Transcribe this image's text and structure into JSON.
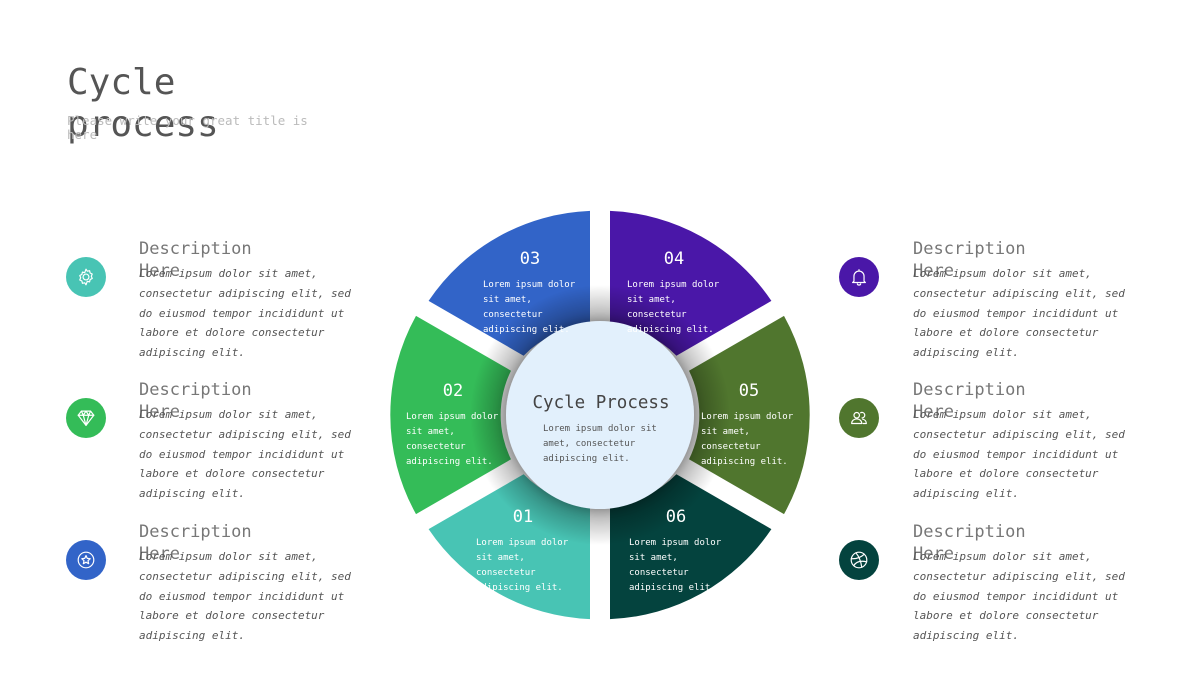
{
  "header": {
    "title": "Cycle process",
    "subtitle": "Please write your great title is here"
  },
  "colors": {
    "teal": "#48c4b4",
    "green": "#34bc58",
    "blue": "#3264c8",
    "purple": "#4a17a8",
    "olive": "#50762e",
    "dark_teal": "#04433e",
    "center_fill": "#e2f0fc"
  },
  "center": {
    "title": "Cycle Process",
    "lines": [
      "Lorem ipsum dolor sit",
      "amet, consectetur",
      "adipiscing elit."
    ]
  },
  "segments": [
    {
      "num": "01",
      "lines": [
        "Lorem ipsum dolor",
        "sit amet,",
        "consectetur",
        "adipiscing elit."
      ]
    },
    {
      "num": "02",
      "lines": [
        "Lorem ipsum dolor",
        "sit amet,",
        "consectetur",
        "adipiscing elit."
      ]
    },
    {
      "num": "03",
      "lines": [
        "Lorem ipsum dolor",
        "sit amet,",
        "consectetur",
        "adipiscing elit."
      ]
    },
    {
      "num": "04",
      "lines": [
        "Lorem ipsum dolor",
        "sit amet,",
        "consectetur",
        "adipiscing elit."
      ]
    },
    {
      "num": "05",
      "lines": [
        "Lorem ipsum dolor",
        "sit amet,",
        "consectetur",
        "adipiscing elit."
      ]
    },
    {
      "num": "06",
      "lines": [
        "Lorem ipsum dolor",
        "sit amet,",
        "consectetur",
        "adipiscing elit."
      ]
    }
  ],
  "left_items": [
    {
      "heading": "Description Here",
      "body": "Lorem ipsum dolor sit amet, consectetur adipiscing elit, sed do eiusmod tempor incididunt ut labore et dolore consectetur adipiscing elit.",
      "icon": "gear-icon"
    },
    {
      "heading": "Description Here",
      "body": "Lorem ipsum dolor sit amet, consectetur adipiscing elit, sed do eiusmod tempor incididunt ut labore et dolore consectetur adipiscing elit.",
      "icon": "diamond-icon"
    },
    {
      "heading": "Description Here",
      "body": "Lorem ipsum dolor sit amet, consectetur adipiscing elit, sed do eiusmod tempor incididunt ut labore et dolore consectetur adipiscing elit.",
      "icon": "star-badge-icon"
    }
  ],
  "right_items": [
    {
      "heading": "Description Here",
      "body": "Lorem ipsum dolor sit amet, consectetur adipiscing elit, sed do eiusmod tempor incididunt ut labore et dolore consectetur adipiscing elit.",
      "icon": "bell-icon"
    },
    {
      "heading": "Description Here",
      "body": "Lorem ipsum dolor sit amet, consectetur adipiscing elit, sed do eiusmod tempor incididunt ut labore et dolore consectetur adipiscing elit.",
      "icon": "users-icon"
    },
    {
      "heading": "Description Here",
      "body": "Lorem ipsum dolor sit amet, consectetur adipiscing elit, sed do eiusmod tempor incididunt ut labore et dolore consectetur adipiscing elit.",
      "icon": "dribbble-icon"
    }
  ]
}
